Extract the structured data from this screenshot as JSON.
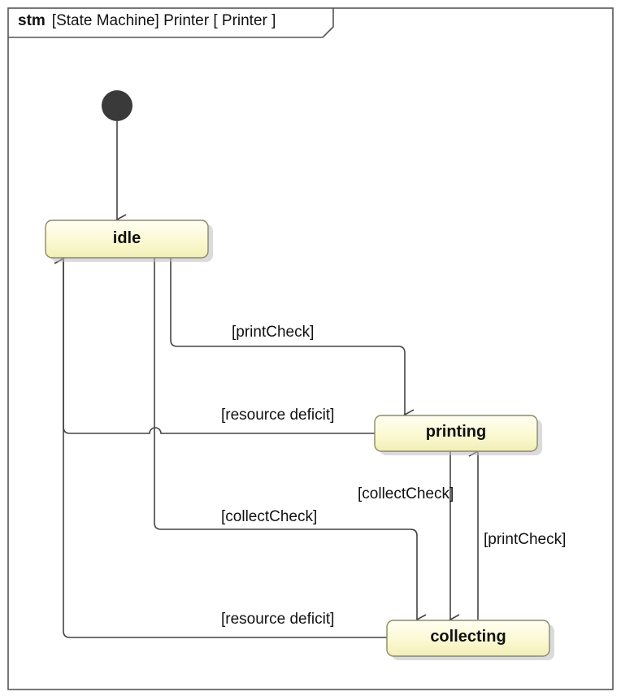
{
  "frame": {
    "keyword": "stm",
    "title": "[State Machine] Printer [ Printer ]"
  },
  "states": {
    "idle": "idle",
    "printing": "printing",
    "collecting": "collecting"
  },
  "transitions": {
    "idle_to_printing": "[printCheck]",
    "printing_to_idle": "[resource deficit]",
    "idle_to_collecting": "[collectCheck]",
    "printing_to_collecting": "[collectCheck]",
    "collecting_to_printing": "[printCheck]",
    "collecting_to_idle": "[resource deficit]"
  },
  "colors": {
    "state_fill": "#fbf8cf",
    "state_stroke": "#8a8a6a",
    "initial_node": "#3a3a3a",
    "edge": "#444444"
  }
}
